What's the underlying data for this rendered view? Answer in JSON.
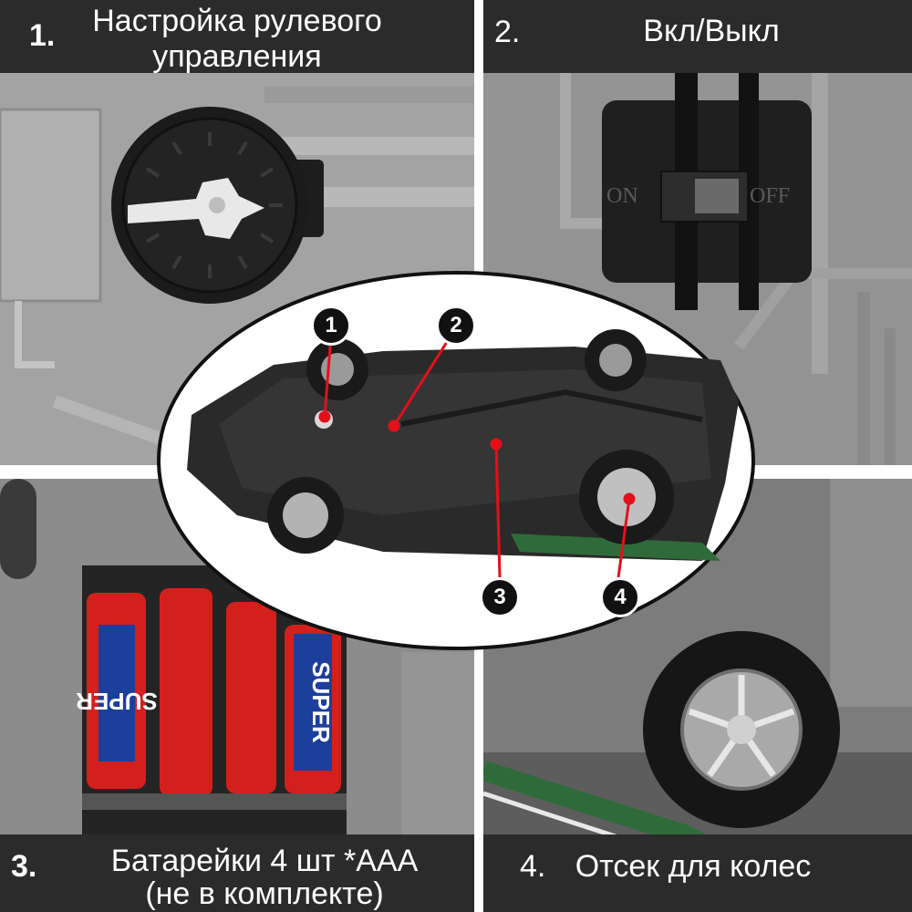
{
  "panels": [
    {
      "number": "1.",
      "title_line1": "Настройка рулевого",
      "title_line2": "управления"
    },
    {
      "number": "2.",
      "title_line1": "Вкл/Выкл"
    },
    {
      "number": "3.",
      "title_line1": "Батарейки 4 шт *AAA",
      "title_line2": "(не в комплекте)"
    },
    {
      "number": "4.",
      "title_line1": "Отсек для колес"
    }
  ],
  "switch": {
    "on": "ON",
    "off": "OFF"
  },
  "battery_brand": "SUPER",
  "markers": [
    "1",
    "2",
    "3",
    "4"
  ],
  "colors": {
    "label_bg": "#2b2b2b",
    "accent_green": "#2f6b3a",
    "battery_red": "#d4201d",
    "battery_blue": "#1c3f9c"
  }
}
